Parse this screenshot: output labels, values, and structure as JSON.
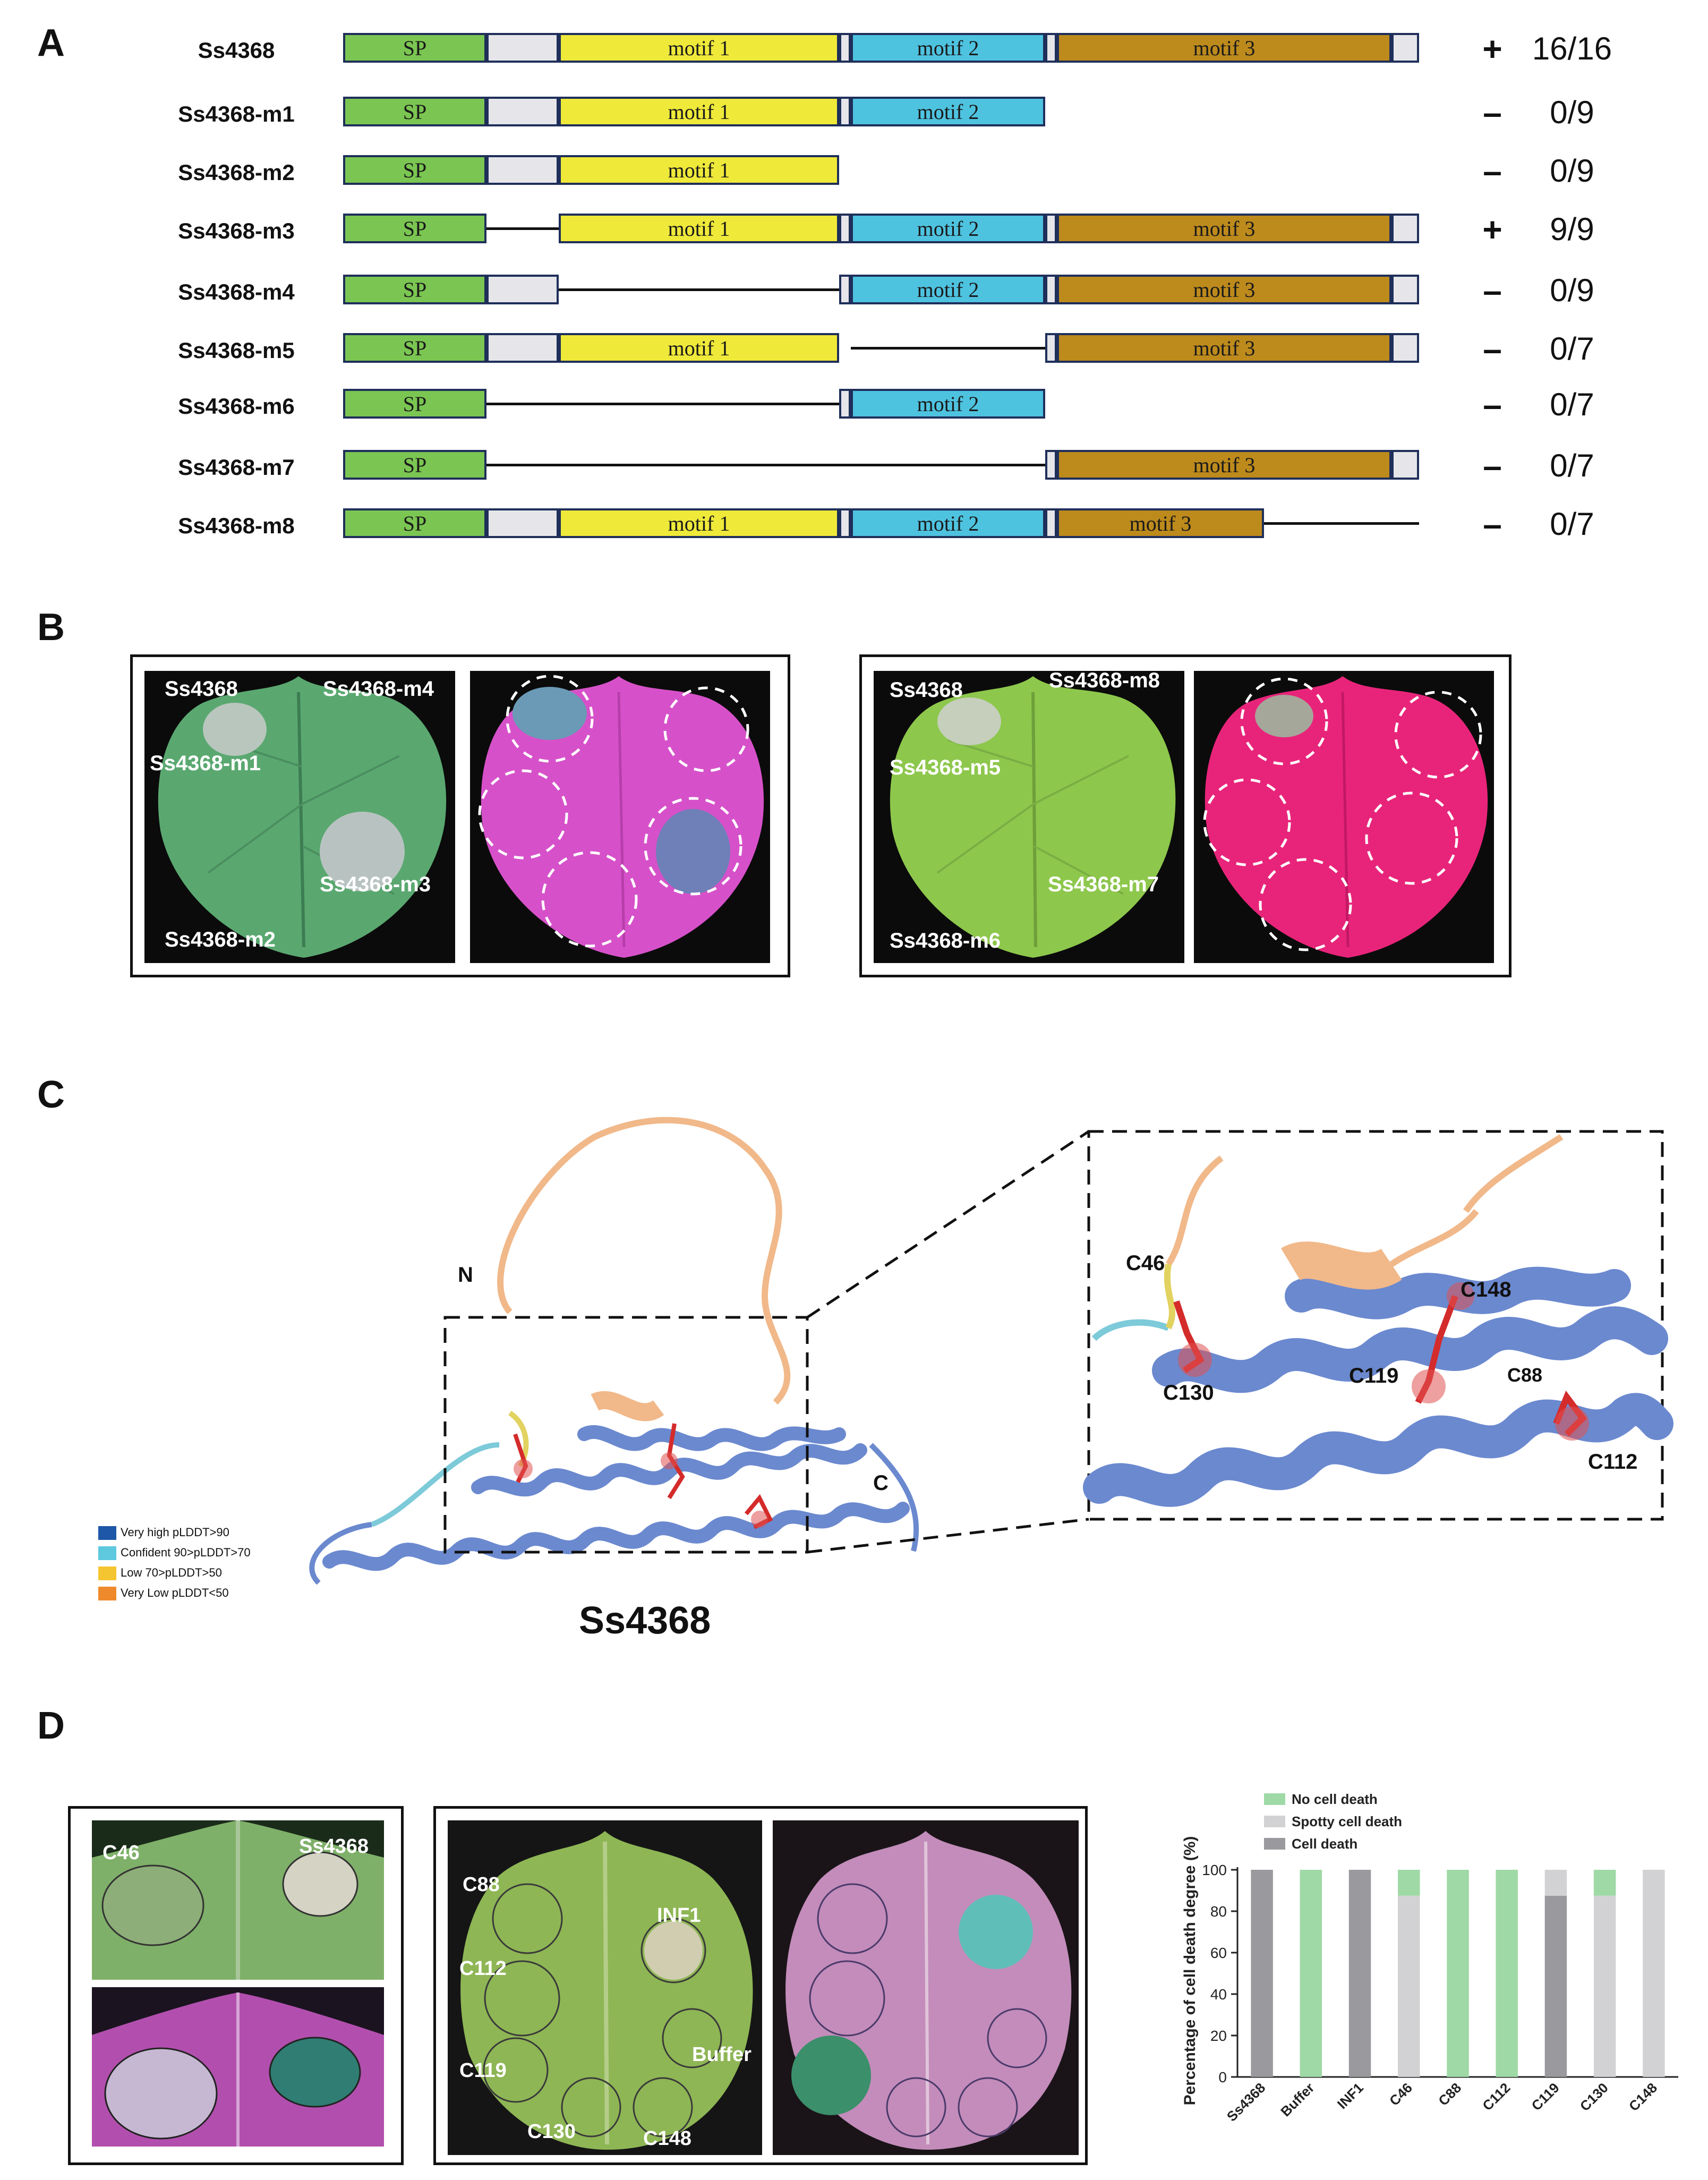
{
  "panels": {
    "a": "A",
    "b": "B",
    "c": "C",
    "d": "D"
  },
  "panel_a": {
    "domain_labels": {
      "sp": "SP",
      "m1": "motif 1",
      "m2": "motif 2",
      "m3": "motif 3"
    },
    "rows": [
      {
        "name": "Ss4368",
        "sign": "+",
        "score": "16/16"
      },
      {
        "name": "Ss4368-m1",
        "sign": "–",
        "score": "0/9"
      },
      {
        "name": "Ss4368-m2",
        "sign": "–",
        "score": "0/9"
      },
      {
        "name": "Ss4368-m3",
        "sign": "+",
        "score": "9/9"
      },
      {
        "name": "Ss4368-m4",
        "sign": "–",
        "score": "0/9"
      },
      {
        "name": "Ss4368-m5",
        "sign": "–",
        "score": "0/7"
      },
      {
        "name": "Ss4368-m6",
        "sign": "–",
        "score": "0/7"
      },
      {
        "name": "Ss4368-m7",
        "sign": "–",
        "score": "0/7"
      },
      {
        "name": "Ss4368-m8",
        "sign": "–",
        "score": "0/7"
      }
    ]
  },
  "panel_b": {
    "left": {
      "l1": "Ss4368",
      "l2": "Ss4368-m4",
      "l3": "Ss4368-m1",
      "l4": "Ss4368-m3",
      "l5": "Ss4368-m2"
    },
    "right": {
      "l1": "Ss4368",
      "l2": "Ss4368-m8",
      "l3": "Ss4368-m5",
      "l4": "Ss4368-m7",
      "l5": "Ss4368-m6"
    }
  },
  "panel_c": {
    "n_label": "N",
    "c_label": "C",
    "protein_name": "Ss4368",
    "legend": [
      {
        "label": "Very high",
        "criterion": "pLDDT>90",
        "color": "#1f57a8"
      },
      {
        "label": "Confident",
        "criterion": "90>pLDDT>70",
        "color": "#5ec8df"
      },
      {
        "label": "Low",
        "criterion": "70>pLDDT>50",
        "color": "#f5c531"
      },
      {
        "label": "Very Low",
        "criterion": "pLDDT<50",
        "color": "#ef8a2c"
      }
    ],
    "residues": {
      "c46": "C46",
      "c148": "C148",
      "c130": "C130",
      "c119": "C119",
      "c88": "C88",
      "c112": "C112"
    }
  },
  "panel_d": {
    "small_leaf": {
      "c46": "C46",
      "ss4368": "Ss4368"
    },
    "big_leaf": {
      "c88": "C88",
      "inf1": "INF1",
      "c112": "C112",
      "buffer": "Buffer",
      "c119": "C119",
      "c130": "C130",
      "c148": "C148"
    }
  },
  "chart_data": {
    "type": "bar",
    "stacked": true,
    "categories": [
      "Ss4368",
      "Buffer",
      "INF1",
      "C46",
      "C88",
      "C112",
      "C119",
      "C130",
      "C148"
    ],
    "ylabel": "Percentage of cell death degree (%)",
    "ylim": [
      0,
      100
    ],
    "yticks": [
      0,
      20,
      40,
      60,
      80,
      100
    ],
    "legend_position": "top-left",
    "series": [
      {
        "name": "Cell death",
        "color": "#9a9a9e",
        "values": [
          100,
          0,
          100,
          0,
          0,
          0,
          87.5,
          0,
          0
        ]
      },
      {
        "name": "Spotty cell death",
        "color": "#d2d2d4",
        "values": [
          0,
          0,
          0,
          87.5,
          0,
          0,
          12.5,
          87.5,
          100
        ]
      },
      {
        "name": "No cell death",
        "color": "#9fd9a6",
        "values": [
          0,
          100,
          0,
          12.5,
          100,
          100,
          0,
          12.5,
          0
        ]
      }
    ]
  }
}
